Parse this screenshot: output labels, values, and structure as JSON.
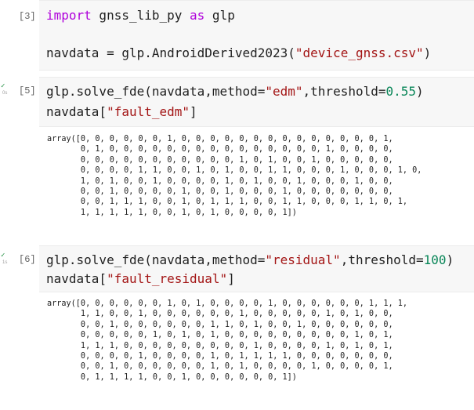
{
  "cells": [
    {
      "execution_count": "[3]",
      "lines": [
        [
          {
            "t": "import",
            "c": "kw"
          },
          {
            "t": " gnss_lib_py "
          },
          {
            "t": "as",
            "c": "kw"
          },
          {
            "t": " glp"
          }
        ],
        [
          {
            "t": "navdata = glp.AndroidDerived2023("
          },
          {
            "t": "\"device_gnss.csv\"",
            "c": "str"
          },
          {
            "t": ")"
          }
        ]
      ]
    },
    {
      "execution_count": "[5]",
      "run_time": "0s",
      "lines": [
        [
          {
            "t": "glp.solve_fde(navdata,method="
          },
          {
            "t": "\"edm\"",
            "c": "str"
          },
          {
            "t": ",threshold="
          },
          {
            "t": "0.55",
            "c": "num"
          },
          {
            "t": ")"
          }
        ],
        [
          {
            "t": "navdata["
          },
          {
            "t": "\"fault_edm\"",
            "c": "str"
          },
          {
            "t": "]"
          }
        ]
      ],
      "output": [
        "array([0, 0, 0, 0, 0, 0, 1, 0, 0, 0, 0, 0, 0, 0, 0, 0, 0, 0, 0, 0, 0, 1,",
        "       0, 1, 0, 0, 0, 0, 0, 0, 0, 0, 0, 0, 0, 0, 0, 0, 0, 1, 0, 0, 0, 0,",
        "       0, 0, 0, 0, 0, 0, 0, 0, 0, 0, 0, 1, 0, 1, 0, 0, 1, 0, 0, 0, 0, 0,",
        "       0, 0, 0, 0, 1, 1, 0, 0, 1, 0, 1, 0, 0, 1, 1, 0, 0, 0, 1, 0, 0, 0, 1, 0,",
        "       1, 0, 1, 0, 0, 1, 0, 0, 0, 0, 1, 0, 1, 0, 0, 1, 0, 0, 0, 1, 0, 0,",
        "       0, 0, 1, 0, 0, 0, 0, 1, 0, 0, 1, 0, 0, 0, 1, 0, 0, 0, 0, 0, 0, 0,",
        "       0, 0, 1, 1, 1, 0, 0, 1, 0, 1, 1, 1, 0, 0, 1, 1, 0, 0, 0, 1, 1, 0, 1,",
        "       1, 1, 1, 1, 1, 0, 0, 1, 0, 1, 0, 0, 0, 0, 1])"
      ]
    },
    {
      "execution_count": "[6]",
      "run_time": "1s",
      "lines": [
        [
          {
            "t": "glp.solve_fde(navdata,method="
          },
          {
            "t": "\"residual\"",
            "c": "str"
          },
          {
            "t": ",threshold="
          },
          {
            "t": "100",
            "c": "num"
          },
          {
            "t": ")"
          }
        ],
        [
          {
            "t": "navdata["
          },
          {
            "t": "\"fault_residual\"",
            "c": "str"
          },
          {
            "t": "]"
          }
        ]
      ],
      "output": [
        "array([0, 0, 0, 0, 0, 0, 1, 0, 1, 0, 0, 0, 0, 1, 0, 0, 0, 0, 0, 0, 1, 1, 1,",
        "       1, 1, 0, 0, 1, 0, 0, 0, 0, 0, 0, 1, 0, 0, 0, 0, 0, 1, 0, 1, 0, 0,",
        "       0, 0, 1, 0, 0, 0, 0, 0, 0, 1, 1, 0, 1, 0, 0, 1, 0, 0, 0, 0, 0, 0,",
        "       0, 0, 0, 0, 0, 1, 0, 1, 0, 1, 0, 0, 0, 0, 0, 0, 0, 0, 0, 1, 0, 1,",
        "       1, 1, 1, 0, 0, 0, 0, 0, 0, 0, 0, 0, 1, 0, 0, 0, 0, 1, 0, 1, 0, 1,",
        "       0, 0, 0, 0, 1, 0, 0, 0, 0, 1, 0, 1, 1, 1, 1, 0, 0, 0, 0, 0, 0, 0,",
        "       0, 0, 1, 0, 0, 0, 0, 0, 0, 1, 0, 1, 0, 0, 0, 0, 1, 0, 0, 0, 0, 1,",
        "       0, 1, 1, 1, 1, 0, 0, 1, 0, 0, 0, 0, 0, 0, 1])"
      ]
    }
  ],
  "icons": {
    "success": "check-icon"
  },
  "colors": {
    "keyword": "#af00db",
    "string": "#a31515",
    "number": "#098658",
    "success": "#1e8e3e"
  }
}
